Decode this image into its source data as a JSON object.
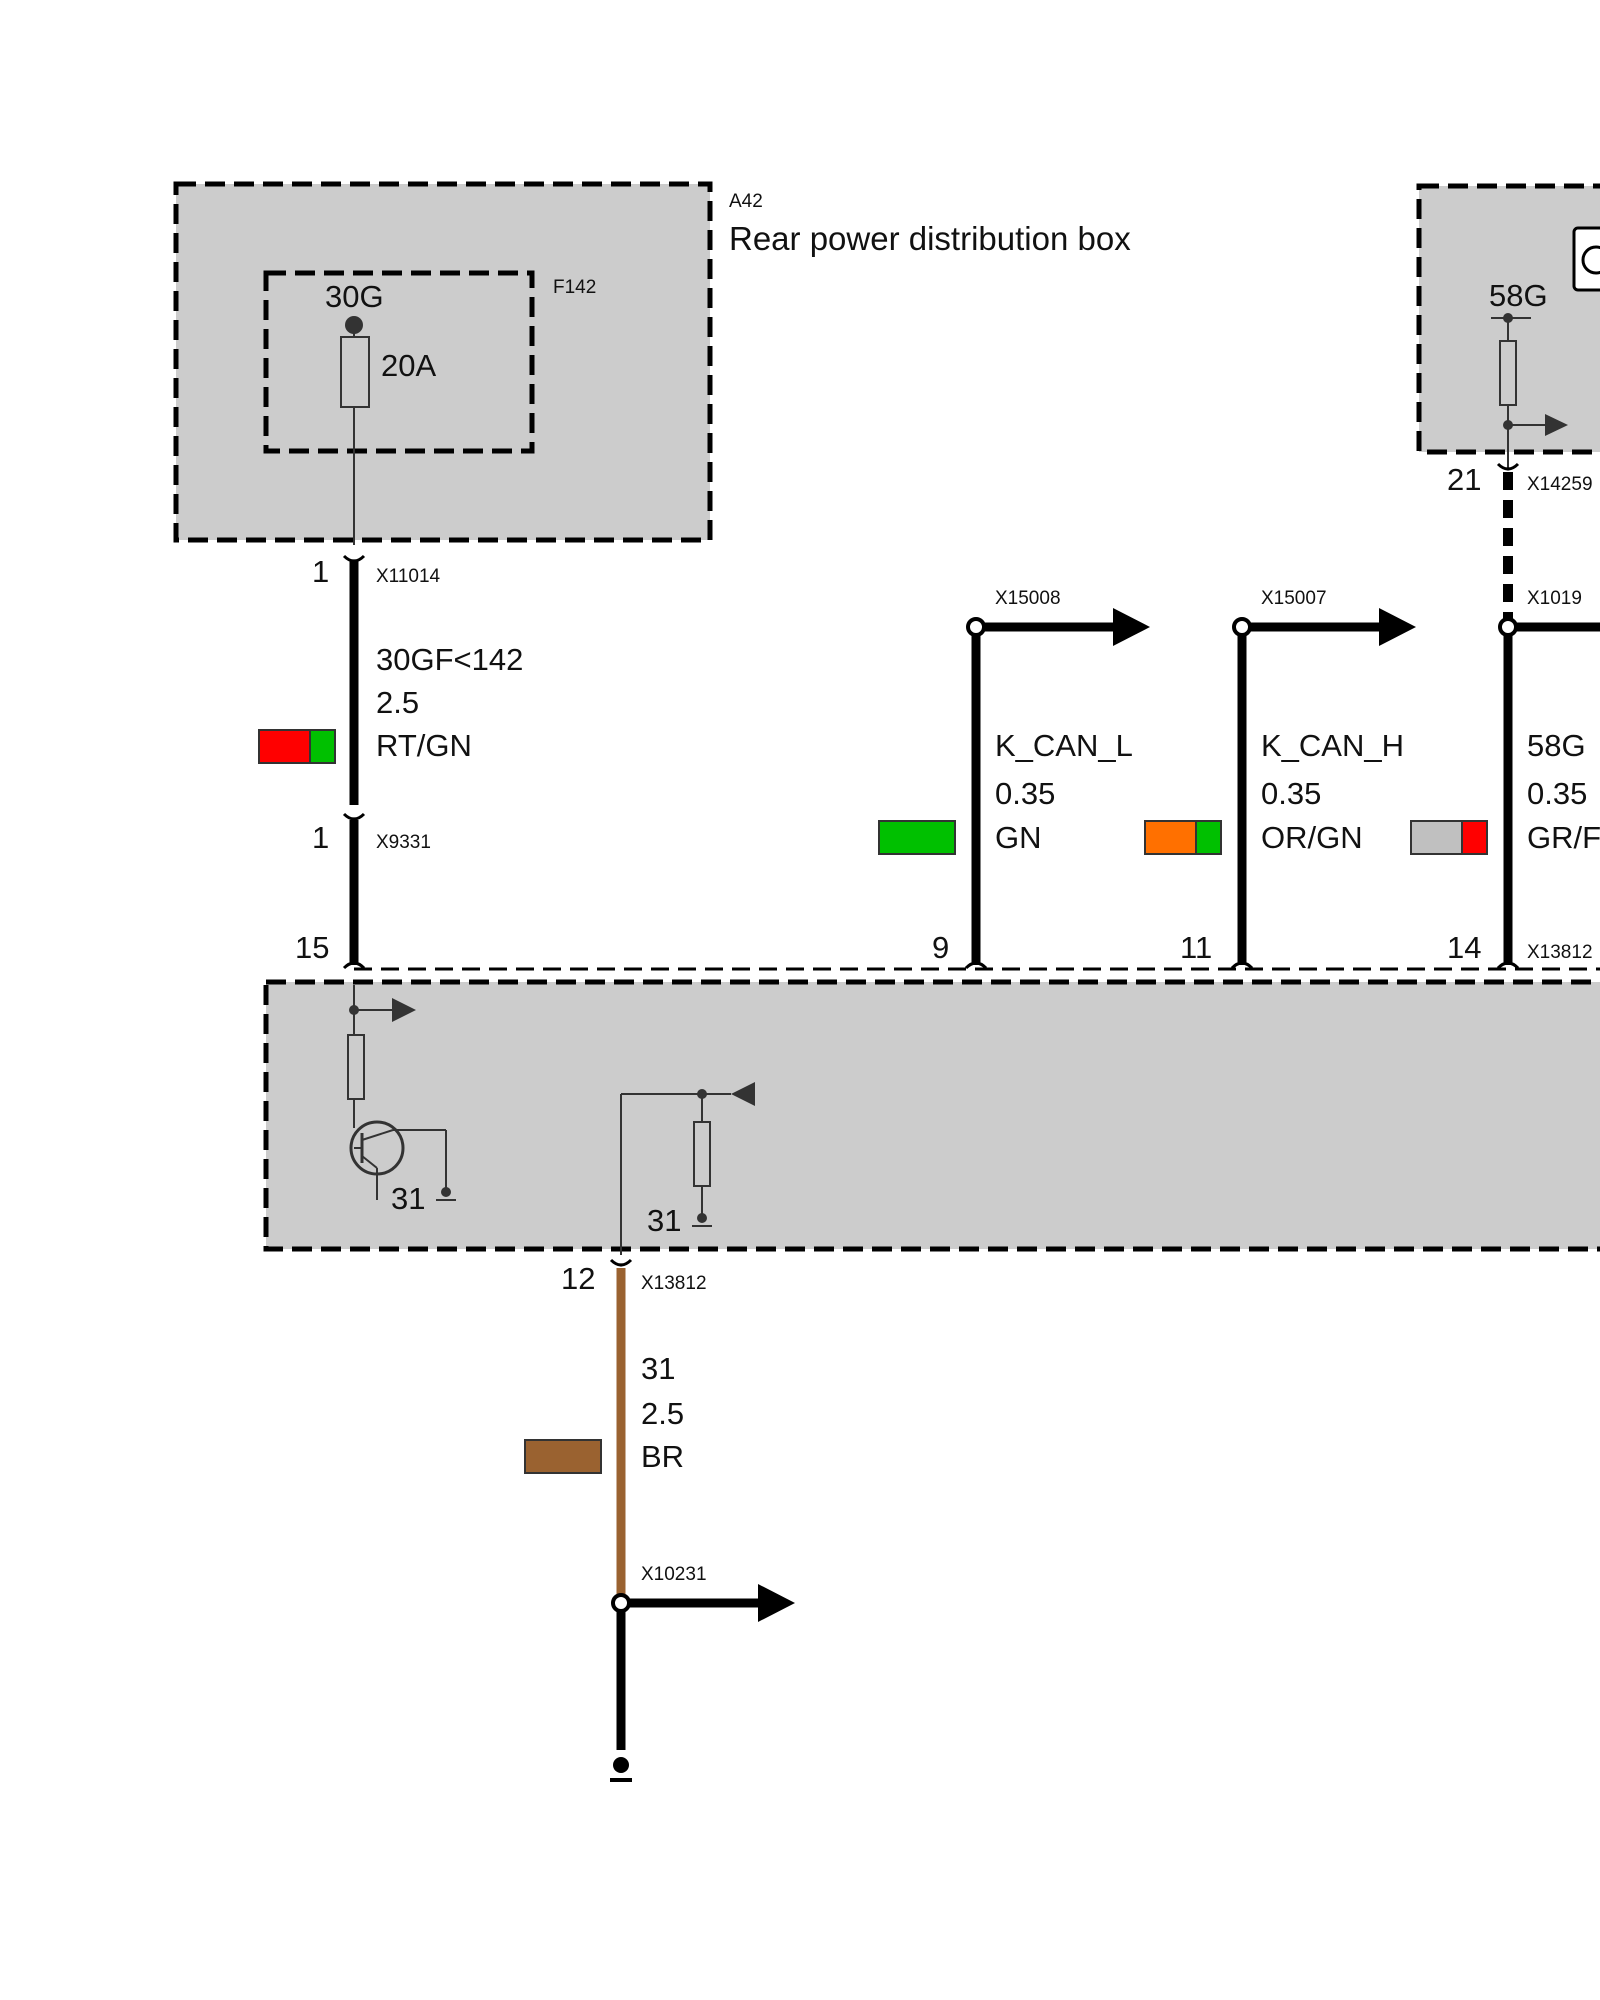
{
  "modules": {
    "rear_power_box": {
      "id": "A42",
      "name": "Rear power distribution box"
    },
    "fuse": {
      "id": "F142",
      "terminal": "30G",
      "rating": "20A"
    },
    "right_module": {
      "terminal": "58G"
    }
  },
  "connectors": {
    "x11014": {
      "id": "X11014",
      "pin": "1"
    },
    "x9331": {
      "id": "X9331",
      "pin": "1"
    },
    "x14259": {
      "id": "X14259",
      "pin": "21"
    },
    "x13812_upper": {
      "id": "X13812",
      "pins": [
        "15",
        "9",
        "11",
        "14"
      ]
    },
    "x13812_lower": {
      "id": "X13812",
      "pin": "12"
    },
    "x15008": {
      "id": "X15008"
    },
    "x15007": {
      "id": "X15007"
    },
    "x1019": {
      "id": "X1019"
    },
    "x10231": {
      "id": "X10231"
    }
  },
  "wires": [
    {
      "signal": "30GF<142",
      "gauge": "2.5",
      "color_code": "RT/GN",
      "colors": [
        "#ff0000",
        "#00c000"
      ]
    },
    {
      "signal": "K_CAN_L",
      "gauge": "0.35",
      "color_code": "GN",
      "colors": [
        "#00c000"
      ]
    },
    {
      "signal": "K_CAN_H",
      "gauge": "0.35",
      "color_code": "OR/GN",
      "colors": [
        "#ff7000",
        "#00c000"
      ]
    },
    {
      "signal": "58G",
      "gauge": "0.35",
      "color_code": "GR/F",
      "colors": [
        "#c0c0c0",
        "#ff0000"
      ]
    },
    {
      "signal": "31",
      "gauge": "2.5",
      "color_code": "BR",
      "colors": [
        "#9a6230"
      ]
    }
  ],
  "ground_labels": [
    "31",
    "31"
  ],
  "colors": {
    "module_fill": "#cccccc",
    "wire": "#000000",
    "brown_wire": "#9a6230"
  }
}
